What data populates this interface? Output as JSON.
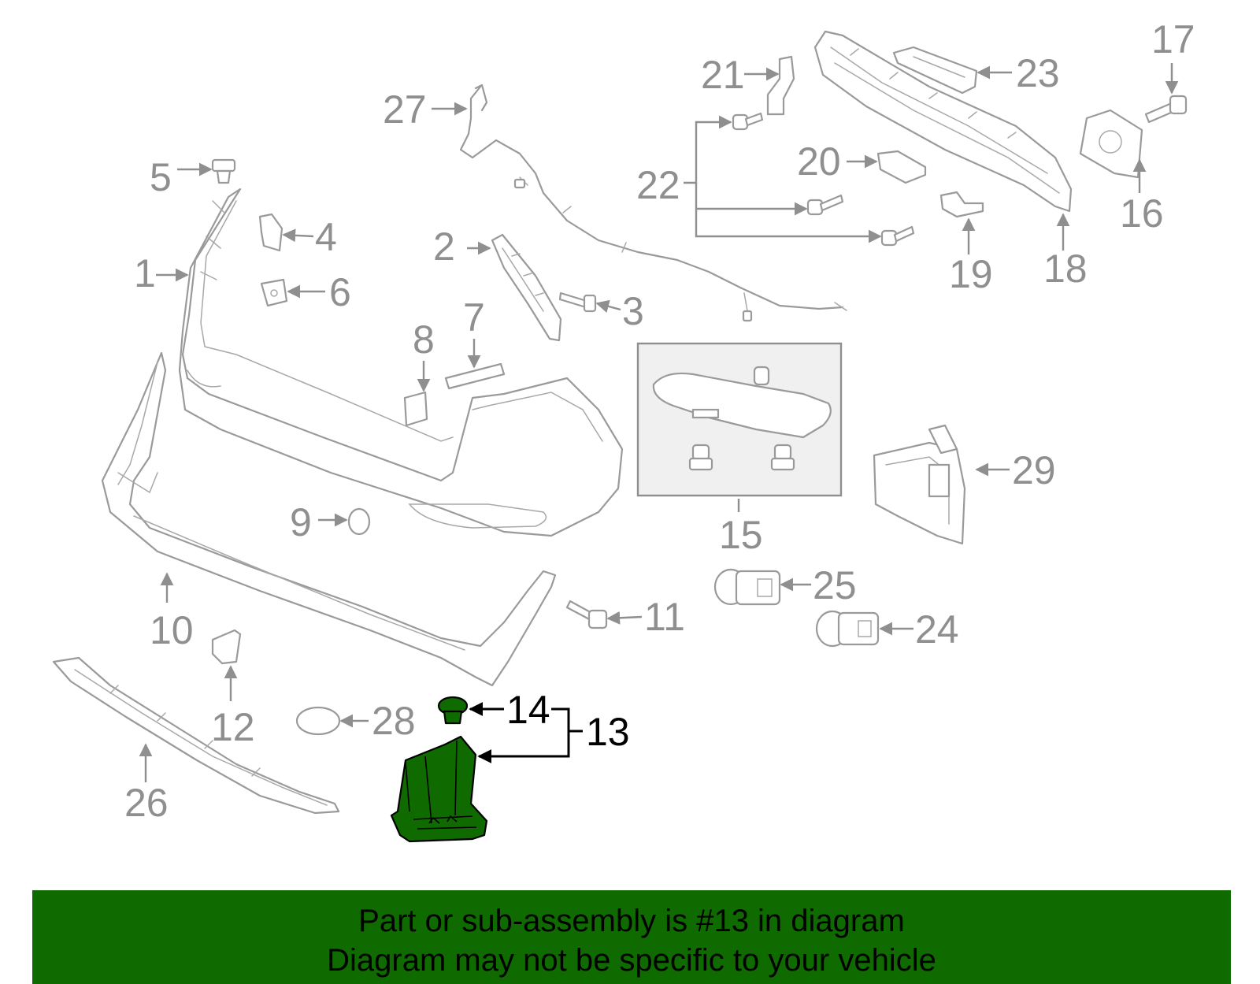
{
  "diagram": {
    "labels": [
      "1",
      "2",
      "3",
      "4",
      "5",
      "6",
      "7",
      "8",
      "9",
      "10",
      "11",
      "12",
      "13",
      "14",
      "15",
      "16",
      "17",
      "18",
      "19",
      "20",
      "21",
      "22",
      "23",
      "24",
      "25",
      "26",
      "27",
      "28",
      "29"
    ],
    "highlight_color": "#0f6b00",
    "highlighted_parts": [
      "13",
      "14"
    ]
  },
  "banner": {
    "line1": "Part or sub-assembly is #13 in diagram",
    "line2": "Diagram may not be specific to your vehicle",
    "background": "#0f6b00"
  }
}
